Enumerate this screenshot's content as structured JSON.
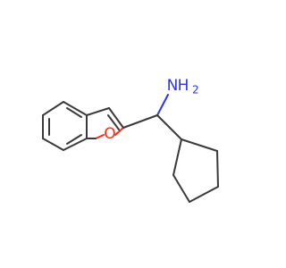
{
  "molecule": {
    "atoms": {
      "amine_label": "NH2",
      "amine_h": "H",
      "amine_sub": "2",
      "amine_n": "N",
      "oxygen_label": "O"
    },
    "colors": {
      "carbon_bond": "#3a3a3a",
      "nitrogen": "#2b36e8",
      "oxygen": "#ff2a1a",
      "background": "#ffffff"
    }
  }
}
